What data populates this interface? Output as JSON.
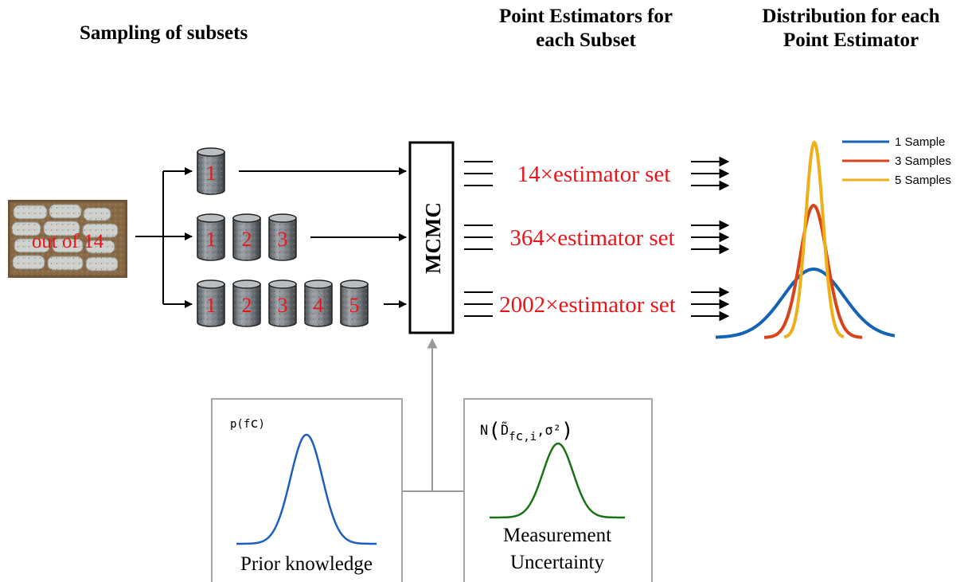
{
  "headers": {
    "sampling": [
      "Sampling of subsets"
    ],
    "point_estimators": [
      "Point Estimators for",
      "each Subset"
    ],
    "distribution": [
      "Distribution for each",
      "Point Estimator"
    ]
  },
  "photo_label": "out of 14",
  "subsets": [
    {
      "cylinders": [
        "1"
      ],
      "estimator_label": "14×estimator set"
    },
    {
      "cylinders": [
        "1",
        "2",
        "3"
      ],
      "estimator_label": "364×estimator set"
    },
    {
      "cylinders": [
        "1",
        "2",
        "3",
        "4",
        "5"
      ],
      "estimator_label": "2002×estimator set"
    }
  ],
  "mcmc_label": "MCMC",
  "legend": [
    {
      "label": "1 Sample",
      "color": "#1463b4"
    },
    {
      "label": "3 Samples",
      "color": "#d8431a"
    },
    {
      "label": "5 Samples",
      "color": "#edb019"
    }
  ],
  "prior": {
    "formula": "p(f_c)",
    "label": "Prior knowledge",
    "color": "#1c5fc0"
  },
  "measurement": {
    "formula": "N(D̃_{f_c,i}, σ²)",
    "label_lines": [
      "Measurement",
      "Uncertainty"
    ],
    "color": "#177314"
  },
  "colors": {
    "red_text": "#e8161b",
    "gray_connector": "#9a9a9a",
    "box_border": "#a6a6a6"
  }
}
